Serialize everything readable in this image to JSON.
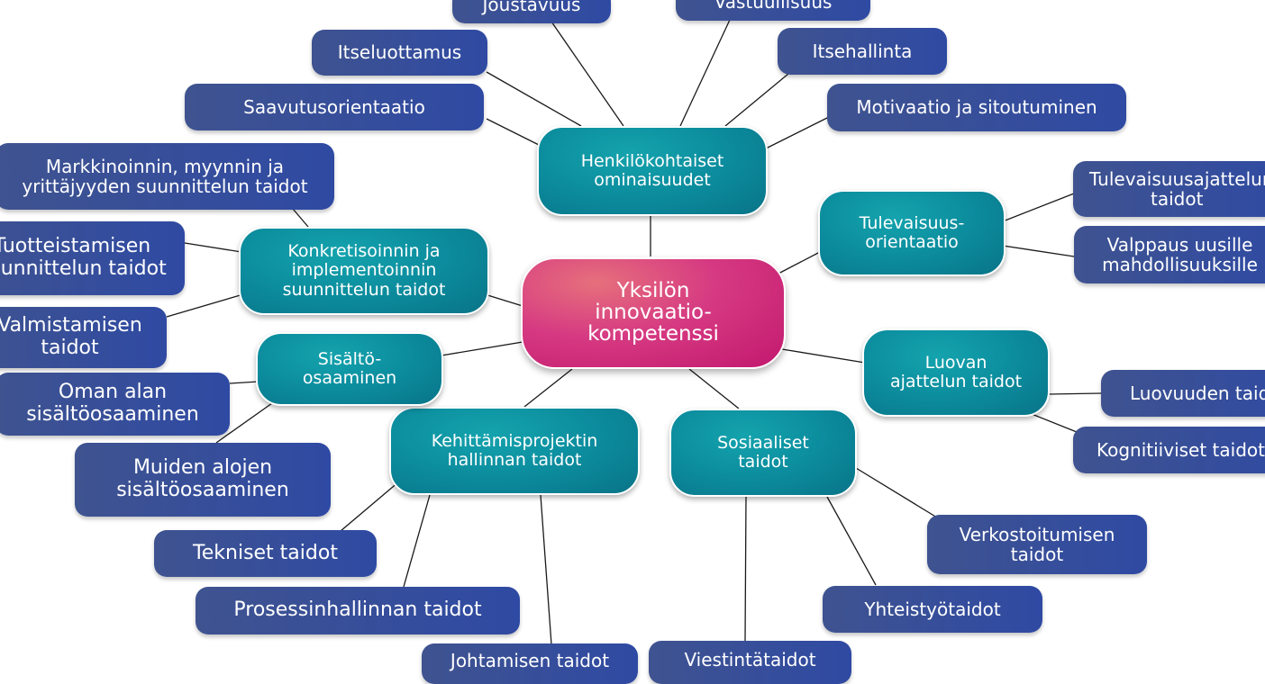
{
  "center": [
    "Yksilön",
    "innovaatio-",
    "kompetenssi"
  ],
  "categories": {
    "personal": [
      "Henkilökohtaiset",
      "ominaisuudet"
    ],
    "future": [
      "Tulevaisuus-",
      "orientaatio"
    ],
    "creative": [
      "Luovan",
      "ajattelun taidot"
    ],
    "social": [
      "Sosiaaliset",
      "taidot"
    ],
    "project": [
      "Kehittämisprojektin",
      "hallinnan taidot"
    ],
    "content": [
      "Sisältö-",
      "osaaminen"
    ],
    "concretization": [
      "Konkretisoinnin ja",
      "implementoinnin",
      "suunnittelun taidot"
    ]
  },
  "leaves": {
    "joustavuus": [
      "Joustavuus"
    ],
    "vastuullisuus": [
      "Vastuullisuus"
    ],
    "itseluottamus": [
      "Itseluottamus"
    ],
    "itsehallinta": [
      "Itsehallinta"
    ],
    "saavutus": [
      "Saavutusorientaatio"
    ],
    "motivaatio": [
      "Motivaatio ja sitoutuminen"
    ],
    "markkinointi": [
      "Markkinoinnin, myynnin ja",
      "yrittäjyyden suunnittelun taidot"
    ],
    "tuotteistaminen": [
      "Tuotteistamisen",
      "suunnittelun taidot"
    ],
    "valmistaminen": [
      "Valmistamisen",
      "taidot"
    ],
    "omanalan": [
      "Oman alan",
      "sisältöosaaminen"
    ],
    "muidenalojen": [
      "Muiden alojen",
      "sisältöosaaminen"
    ],
    "tekniset": [
      "Tekniset taidot"
    ],
    "prosessi": [
      "Prosessinhallinnan taidot"
    ],
    "johtaminen": [
      "Johtamisen taidot"
    ],
    "viestinta": [
      "Viestintätaidot"
    ],
    "yhteistyo": [
      "Yhteistyötaidot"
    ],
    "verkostoituminen": [
      "Verkostoitumisen",
      "taidot"
    ],
    "luovuus": [
      "Luovuuden taidot"
    ],
    "kognitiiviset": [
      "Kognitiiviset taidot"
    ],
    "tulevaisuusajattelu": [
      "Tulevaisuusajattelun",
      "taidot"
    ],
    "valppaus": [
      "Valppaus uusille",
      "mahdollisuuksille"
    ]
  }
}
